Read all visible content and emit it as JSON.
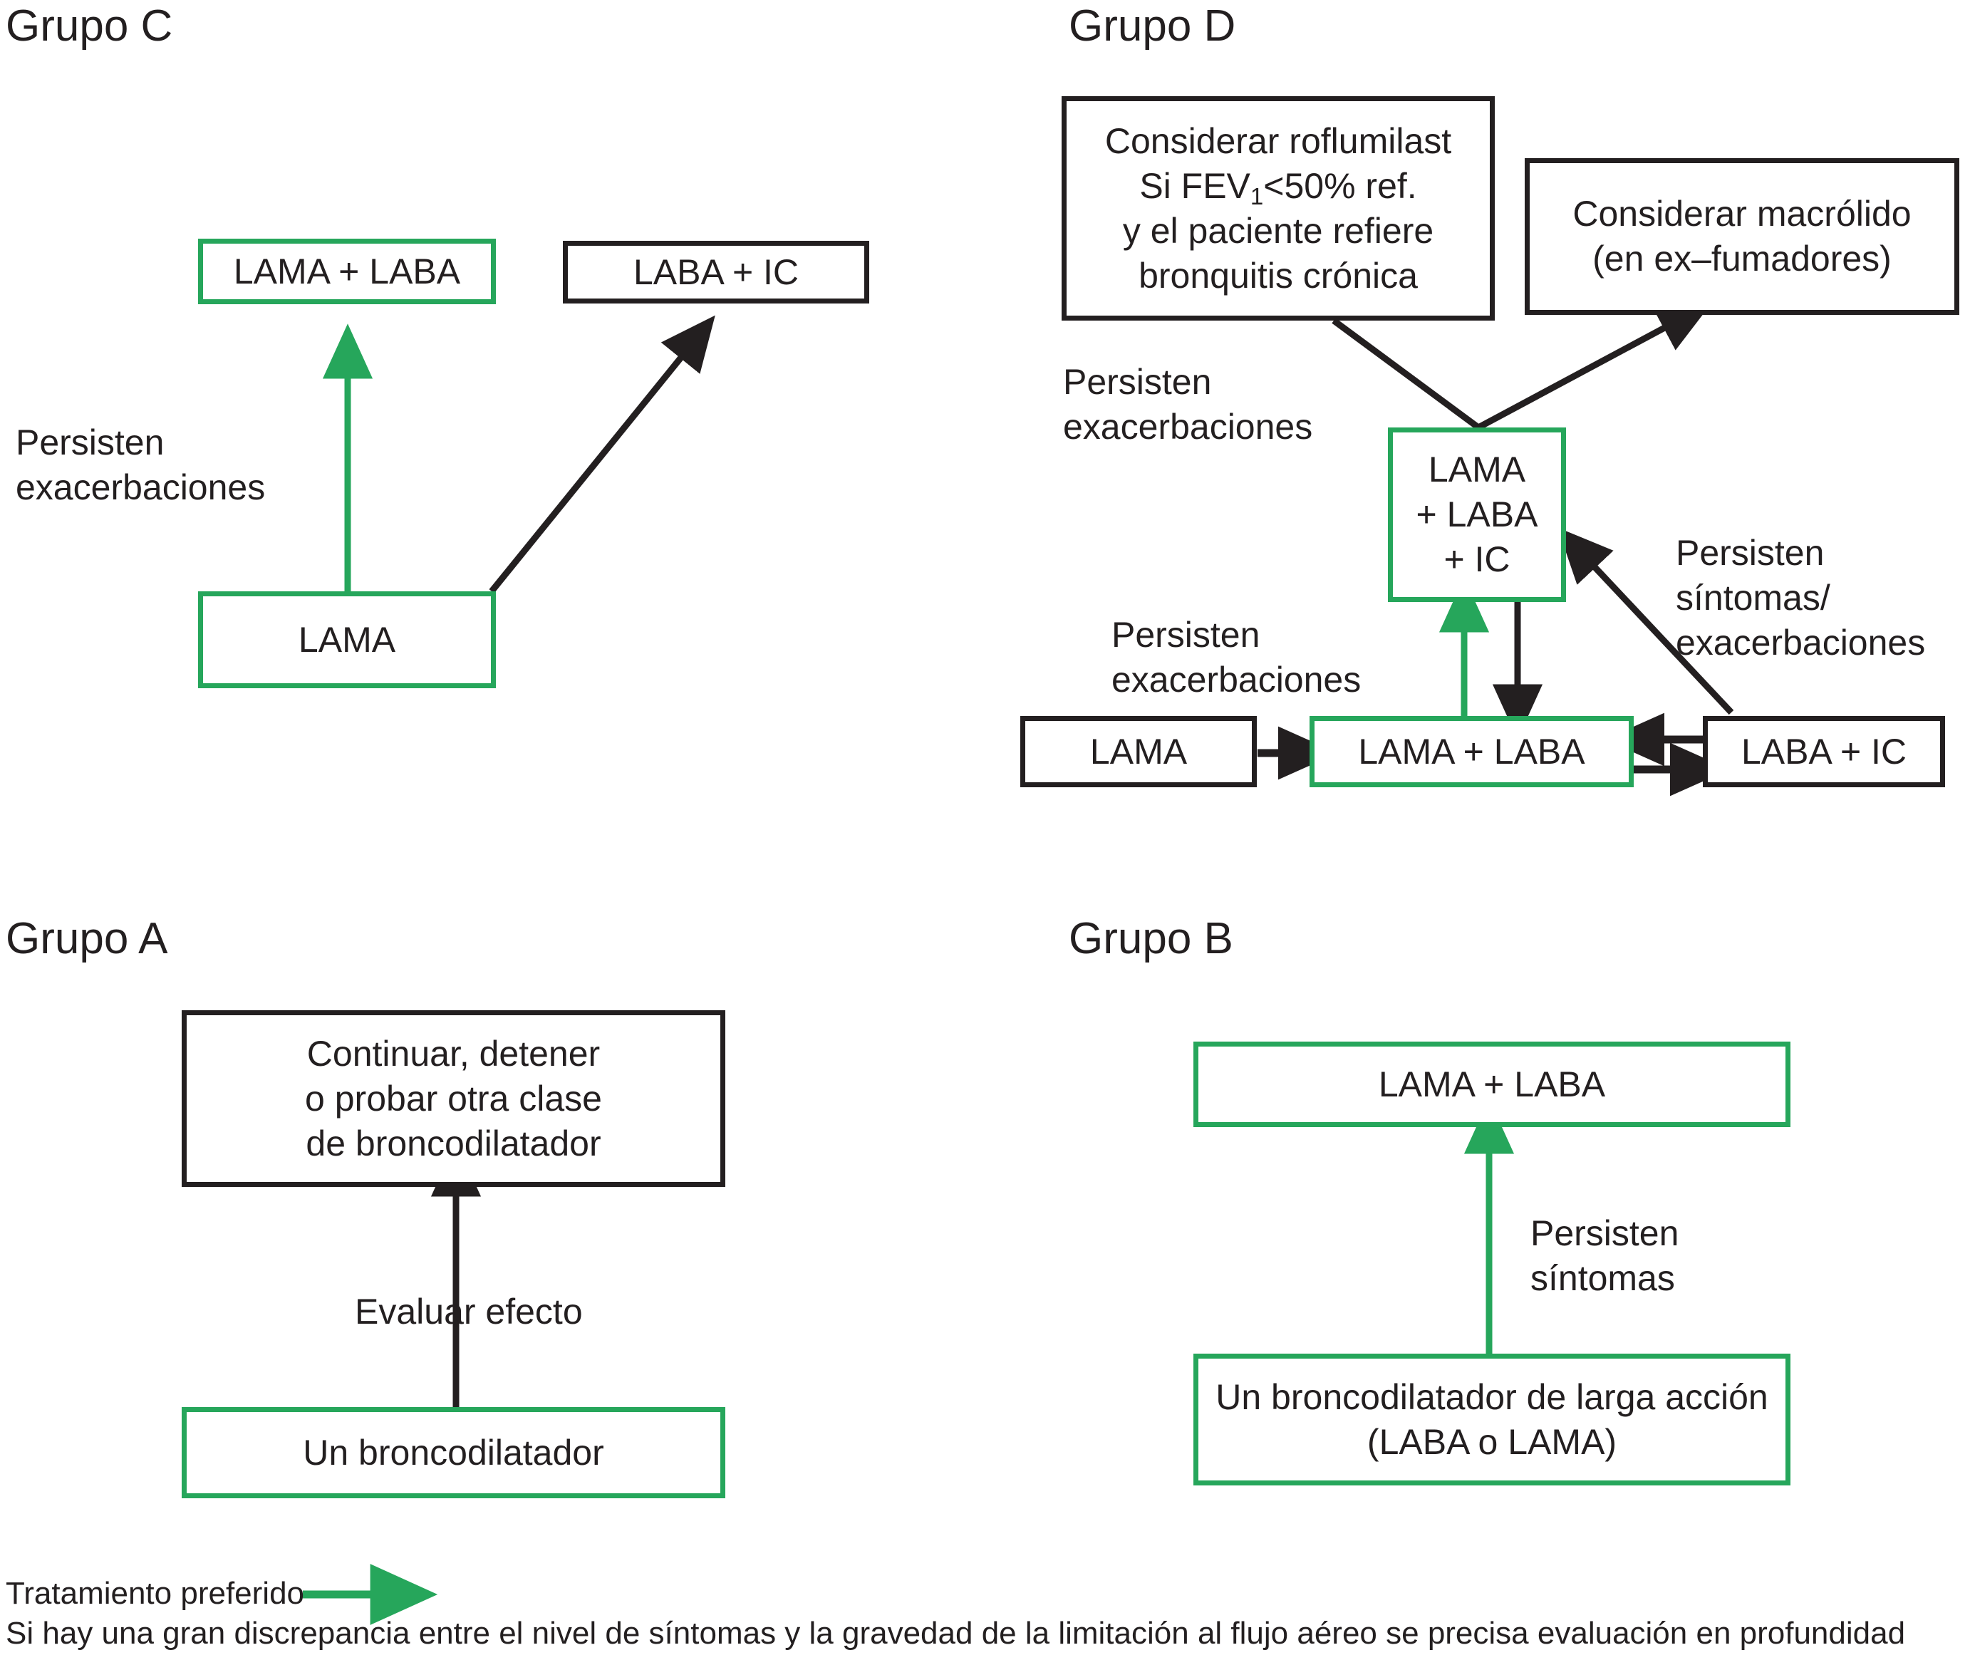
{
  "figure": {
    "type": "clinical-treatment-algorithm-flowchart",
    "language": "es",
    "colors": {
      "preferred_treatment": "#26a65b",
      "standard": "#231f20",
      "background": "#ffffff"
    }
  },
  "panels": {
    "c": {
      "title": "Grupo C",
      "boxes": {
        "lama_laba": "LAMA + LABA",
        "laba_ic": "LABA + IC",
        "lama": "LAMA"
      },
      "labels": {
        "persisten_exacerbaciones": "Persisten\nexacerbaciones"
      }
    },
    "d": {
      "title": "Grupo D",
      "boxes": {
        "roflumilast": "Considerar roflumilast\nSi FEV",
        "roflumilast_sub": "1",
        "roflumilast_rest": "<50% ref.\ny el paciente refiere\nbronquitis crónica",
        "macrolido": "Considerar macrólido\n(en ex–fumadores)",
        "triple": "LAMA\n+ LABA\n+ IC",
        "lama": "LAMA",
        "lama_laba": "LAMA + LABA",
        "laba_ic": "LABA + IC"
      },
      "labels": {
        "persisten_exacerbaciones_top": "Persisten\nexacerbaciones",
        "persisten_exacerbaciones_bottom": "Persisten\nexacerbaciones",
        "persisten_sintomas_exacerbaciones": "Persisten síntomas/\nexacerbaciones"
      }
    },
    "a": {
      "title": "Grupo A",
      "boxes": {
        "continuar": "Continuar, detener\no probar otra clase\nde broncodilatador",
        "broncodilatador": "Un broncodilatador"
      },
      "labels": {
        "evaluar_efecto": "Evaluar efecto"
      }
    },
    "b": {
      "title": "Grupo B",
      "boxes": {
        "lama_laba": "LAMA + LABA",
        "larga_accion": "Un broncodilatador de larga acción\n(LABA o LAMA)"
      },
      "labels": {
        "persisten_sintomas": "Persisten\nsíntomas"
      }
    }
  },
  "legend": {
    "preferred_label": "Tratamiento preferido",
    "footnote": "Si hay una gran discrepancia entre el nivel de síntomas y la gravedad de la limitación al flujo aéreo se precisa evaluación en profundidad"
  }
}
